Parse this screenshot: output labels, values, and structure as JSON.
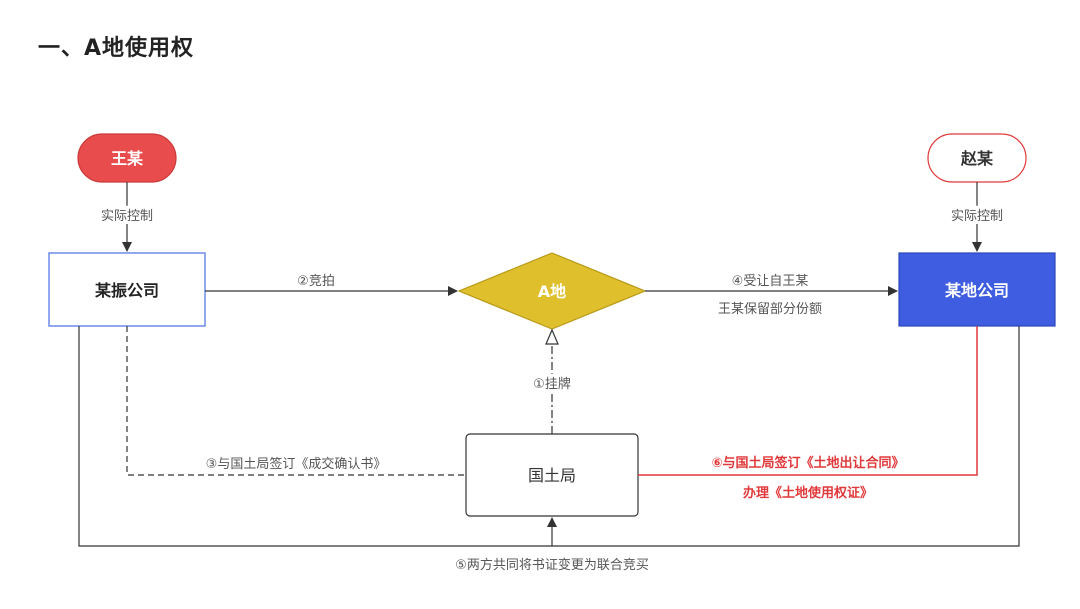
{
  "heading": "一、A地使用权",
  "nodes": {
    "wang": "王某",
    "zhao": "赵某",
    "mouzhen": "某振公司",
    "adi": "A地",
    "moudi": "某地公司",
    "guotu": "国土局"
  },
  "edges": {
    "wang_control": "实际控制",
    "zhao_control": "实际控制",
    "auction": "②竞拍",
    "transfer_line1": "④受让自王某",
    "transfer_line2": "王某保留部分份额",
    "listing": "①挂牌",
    "confirm_sign": "③与国土局签订《成交确认书》",
    "contract_line1": "⑥与国土局签订《土地出让合同》",
    "contract_line2": "办理《土地使用权证》",
    "joint_change": "⑤两方共同将书证变更为联合竞买"
  },
  "colors": {
    "wang_fill": "#e84c4c",
    "zhao_border": "#e0393b",
    "mouzhen_border": "#6e8be8",
    "adi_fill": "#dfbf2c",
    "moudi_fill": "#3f5de0",
    "red_line": "#e0393b",
    "line": "#333333"
  }
}
